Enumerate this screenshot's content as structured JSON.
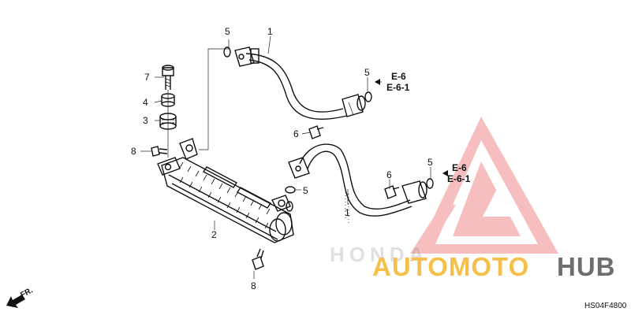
{
  "diagram": {
    "code": "HS04F4800",
    "direction_label": "FR.",
    "refs": [
      {
        "id": "ref-top-e6",
        "text": "E-6"
      },
      {
        "id": "ref-top-e61",
        "text": "E-6-1"
      },
      {
        "id": "ref-mid-e6",
        "text": "E-6"
      },
      {
        "id": "ref-mid-e61",
        "text": "E-6-1"
      }
    ],
    "callouts": {
      "c1a": "1",
      "c1b": "1",
      "c2": "2",
      "c3": "3",
      "c4": "4",
      "c5a": "5",
      "c5b": "5",
      "c5c": "5",
      "c5d": "5",
      "c6a": "6",
      "c6b": "6",
      "c7": "7",
      "c8a": "8",
      "c8b": "8"
    }
  },
  "watermark": {
    "word_a": "AUTOMOTO",
    "word_b": "HUB",
    "colors": {
      "accent": "#e83a3a",
      "gold": "#f5c04a",
      "gray": "#6e6e6e"
    }
  }
}
